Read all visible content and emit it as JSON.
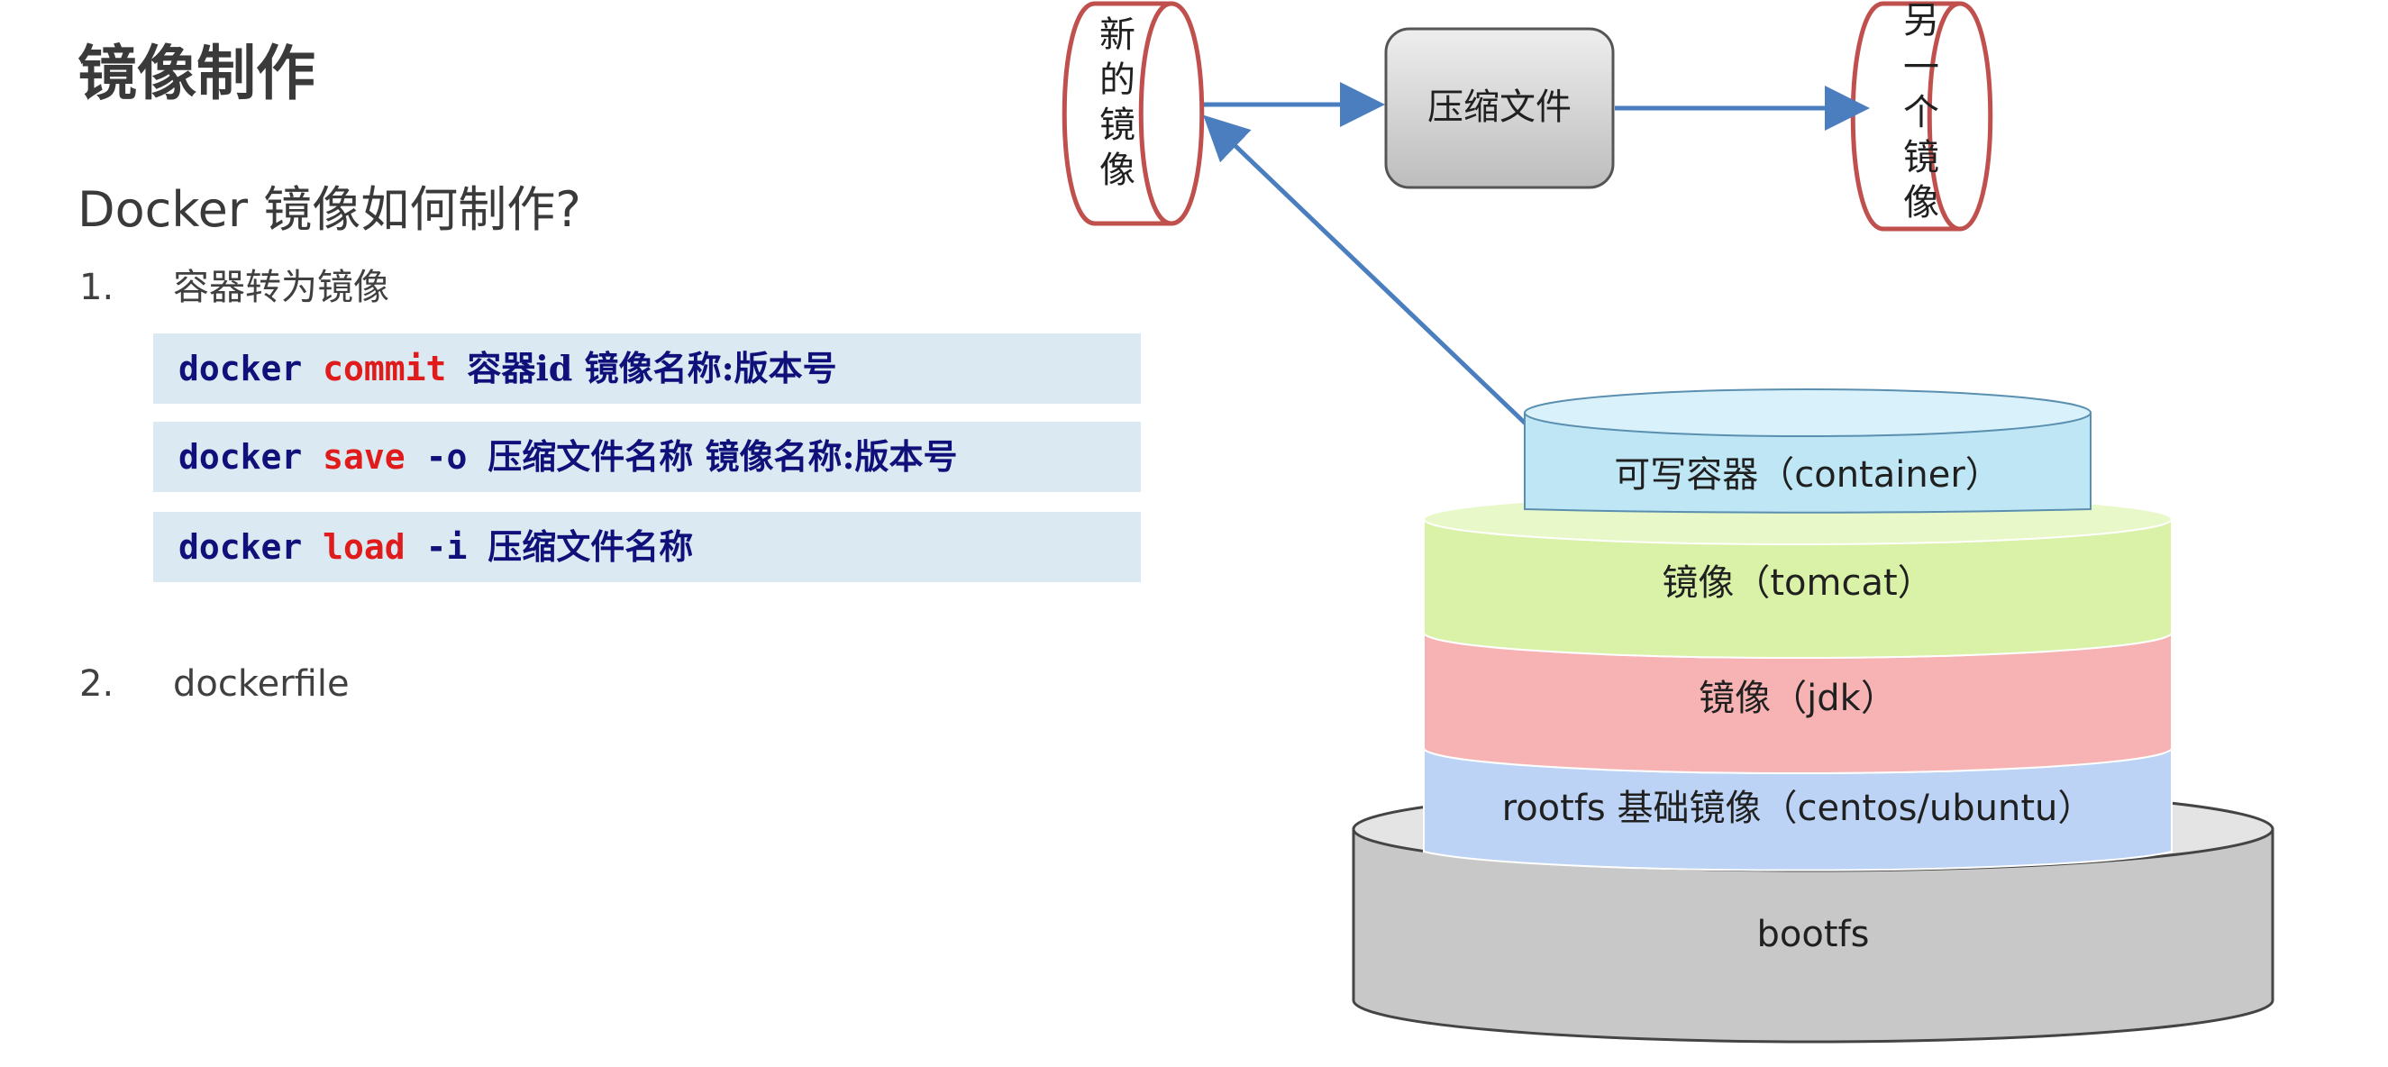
{
  "slide": {
    "title": "镜像制作",
    "subtitle": "Docker 镜像如何制作?",
    "items": [
      {
        "num": "1.",
        "text": "容器转为镜像"
      },
      {
        "num": "2.",
        "text": "dockerfile"
      }
    ],
    "commands": [
      {
        "base": "docker",
        "keyword": "commit",
        "flag": "",
        "args": "容器id 镜像名称:版本号"
      },
      {
        "base": "docker",
        "keyword": "save",
        "flag": "-o",
        "args": "压缩文件名称 镜像名称:版本号"
      },
      {
        "base": "docker",
        "keyword": "load",
        "flag": "-i",
        "args": "压缩文件名称"
      }
    ]
  },
  "diagram": {
    "new_image_chars": [
      "新",
      "的",
      "镜",
      "像"
    ],
    "compressed_file": "压缩文件",
    "another_image_chars": [
      "另",
      "一",
      "个",
      "镜",
      "像"
    ],
    "layers": {
      "container": "可写容器（container）",
      "tomcat": "镜像（tomcat）",
      "jdk": "镜像（jdk）",
      "rootfs": "rootfs 基础镜像（centos/ubuntu）",
      "bootfs": "bootfs"
    }
  },
  "colors": {
    "code_bg": "#dbe9f2",
    "keyword": "#e01b1b",
    "code_text": "#10107a",
    "arrow": "#4a7ebf",
    "cylinder_stroke": "#c0504d",
    "container_fill": "#bfe6f5",
    "tomcat_fill": "#d9f2a8",
    "jdk_fill": "#f7b3b3",
    "rootfs_fill": "#bcd3f5",
    "bootfs_fill": "#d0d0d0"
  }
}
